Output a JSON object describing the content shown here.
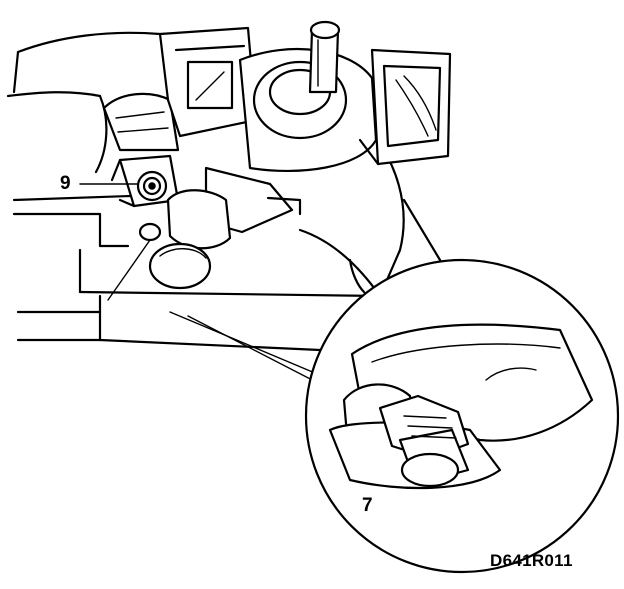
{
  "labels": {
    "callout_9": "9",
    "callout_7": "7"
  },
  "figure_code": "D641R011",
  "colors": {
    "ink": "#000000",
    "paper": "#ffffff"
  }
}
